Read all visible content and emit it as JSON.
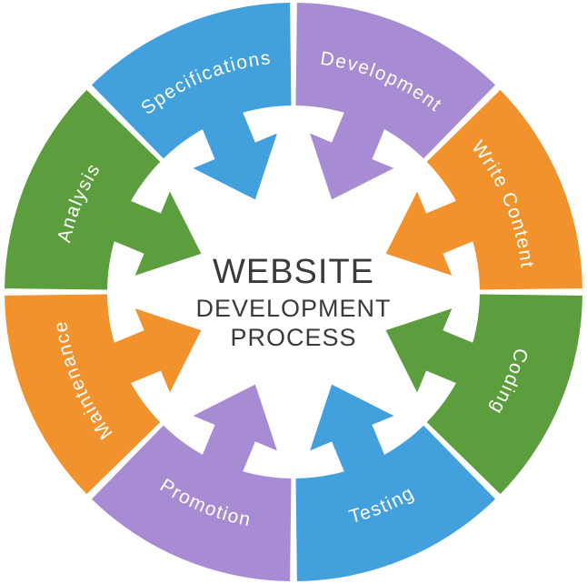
{
  "diagram": {
    "title": "Website Development Process",
    "center": {
      "line1": "WEBSITE",
      "line2": "DEVELOPMENT",
      "line3": "PROCESS"
    },
    "colors": {
      "blue": "#42A1DC",
      "purple": "#A78BD3",
      "orange": "#F2922D",
      "green": "#5C9E3D",
      "center_text": "#3A3A3A",
      "label_text": "#FFFFFF",
      "background": "#FFFFFF"
    },
    "segments": [
      {
        "label": "Development",
        "color": "purple"
      },
      {
        "label": "Write Content",
        "color": "orange"
      },
      {
        "label": "Coding",
        "color": "green"
      },
      {
        "label": "Testing",
        "color": "blue"
      },
      {
        "label": "Promotion",
        "color": "purple"
      },
      {
        "label": "Maintenance",
        "color": "orange"
      },
      {
        "label": "Analysis",
        "color": "green"
      },
      {
        "label": "Specifications",
        "color": "blue"
      }
    ]
  }
}
